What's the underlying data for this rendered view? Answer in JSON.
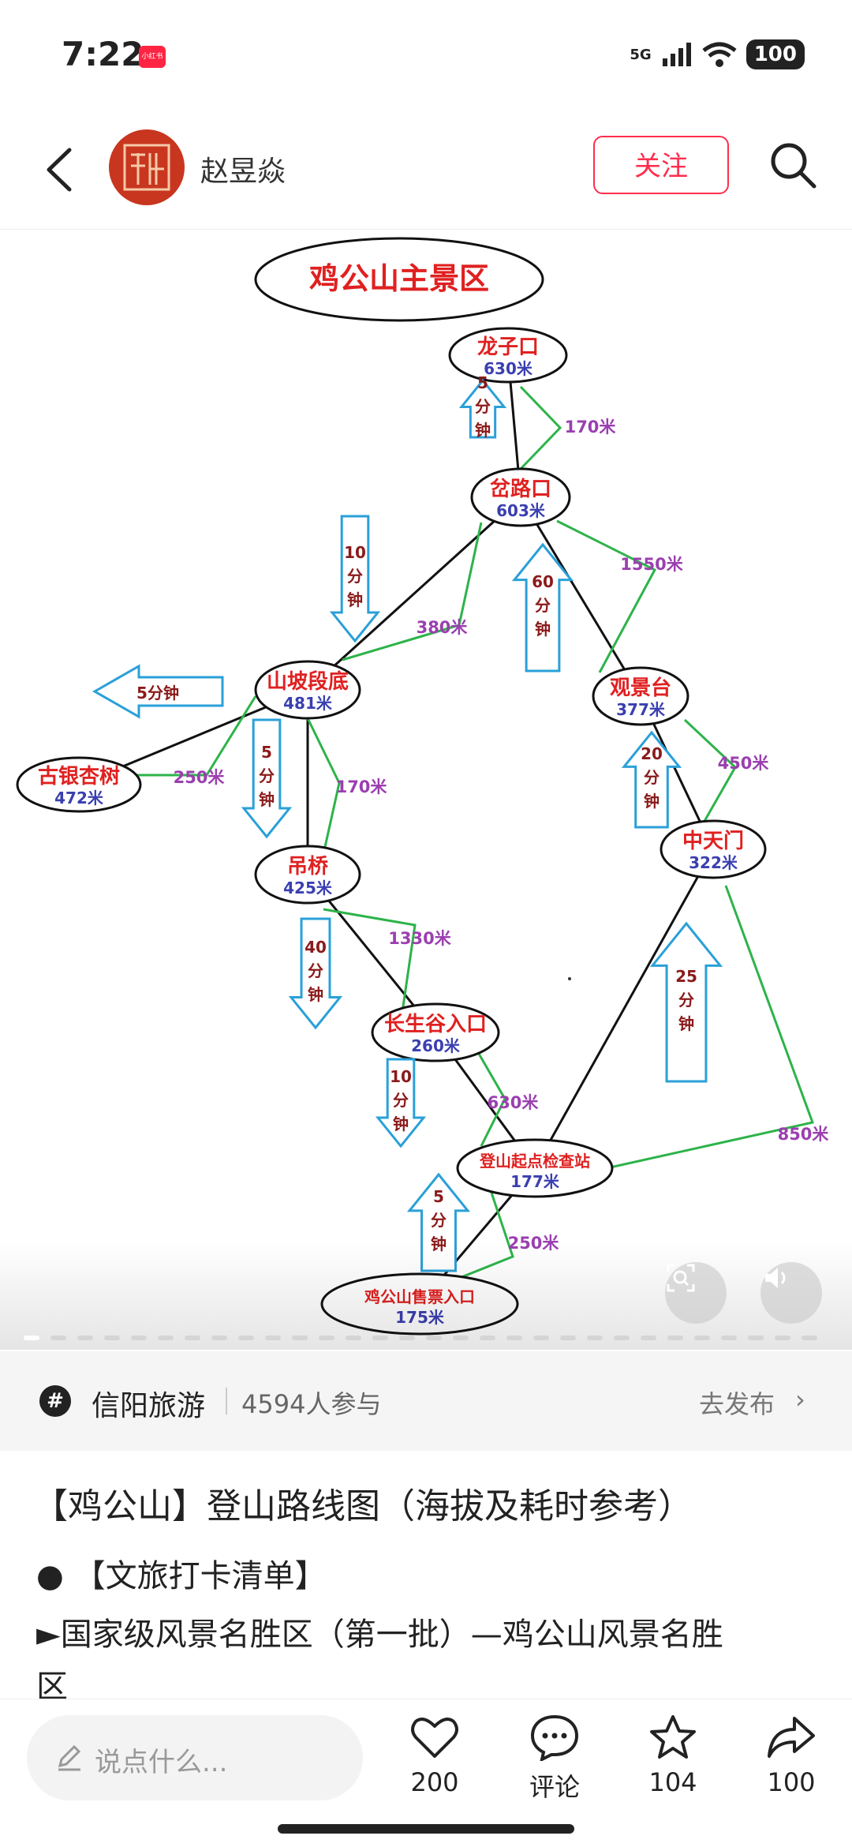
{
  "status_bar": {
    "time": "7:22",
    "app_badge": "小红书",
    "network": "5G",
    "battery": "100"
  },
  "header": {
    "author_name": "赵昱焱",
    "follow_label": "关注"
  },
  "diagram": {
    "title": "鸡公山主景区",
    "nodes": [
      {
        "name": "龙子口",
        "elevation": "630米"
      },
      {
        "name": "岔路口",
        "elevation": "603米"
      },
      {
        "name": "山坡段底",
        "elevation": "481米"
      },
      {
        "name": "古银杏树",
        "elevation": "472米"
      },
      {
        "name": "观景台",
        "elevation": "377米"
      },
      {
        "name": "中天门",
        "elevation": "322米"
      },
      {
        "name": "吊桥",
        "elevation": "425米"
      },
      {
        "name": "长生谷入口",
        "elevation": "260米"
      },
      {
        "name": "登山起点检查站",
        "elevation": "177米"
      },
      {
        "name": "鸡公山售票入口",
        "elevation": "175米"
      }
    ],
    "distances": [
      "170米",
      "1550米",
      "380米",
      "250米",
      "170米",
      "450米",
      "1330米",
      "630米",
      "850米",
      "250米"
    ],
    "times": [
      {
        "num": "5",
        "unit1": "分",
        "unit2": "钟"
      },
      {
        "num": "10",
        "unit1": "分",
        "unit2": "钟"
      },
      {
        "num": "60",
        "unit1": "分",
        "unit2": "钟"
      },
      {
        "num": "5",
        "unit1": "分",
        "unit2": "钟"
      },
      {
        "num": "20",
        "unit1": "分",
        "unit2": "钟"
      },
      {
        "num": "40",
        "unit1": "分",
        "unit2": "钟"
      },
      {
        "num": "25",
        "unit1": "分",
        "unit2": "钟"
      },
      {
        "num": "10",
        "unit1": "分",
        "unit2": "钟"
      },
      {
        "num": "5",
        "unit1": "分",
        "unit2": "钟"
      }
    ],
    "side_time": "5分钟"
  },
  "topic": {
    "name": "信阳旅游",
    "participants": "4594人参与",
    "action": "去发布"
  },
  "post": {
    "title": "【鸡公山】登山路线图（海拔及耗时参考）",
    "line1": "● 【文旅打卡清单】",
    "line2": "►国家级风景名胜区（第一批）—鸡公山风景名胜",
    "line3": "区"
  },
  "bottom_bar": {
    "comment_placeholder": "说点什么...",
    "likes": "200",
    "comments_label": "评论",
    "favorites": "104",
    "shares": "100"
  },
  "colors": {
    "accent": "#ff2442",
    "node_name": "#e02020",
    "elevation": "#3a3fb0",
    "distance": "#9b3fb0",
    "arrow": "#2aa0d8",
    "time_text": "#8b1a1a",
    "green_line": "#2db34a"
  }
}
